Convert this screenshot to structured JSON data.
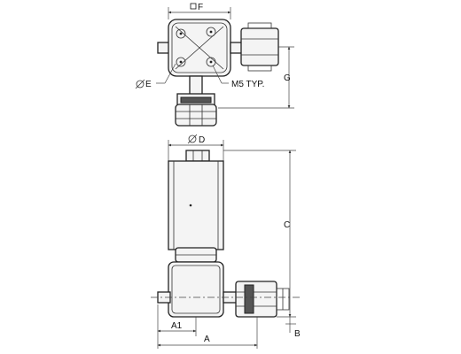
{
  "labels": {
    "f": "F",
    "e": "E",
    "m5": "M5 TYP.",
    "g": "G",
    "d": "D",
    "c": "C",
    "a1": "A1",
    "a": "A",
    "b": "B"
  },
  "colors": {
    "line": "#222222",
    "fill": "#f4f4f4",
    "dark": "#555555",
    "background": "#ffffff"
  }
}
